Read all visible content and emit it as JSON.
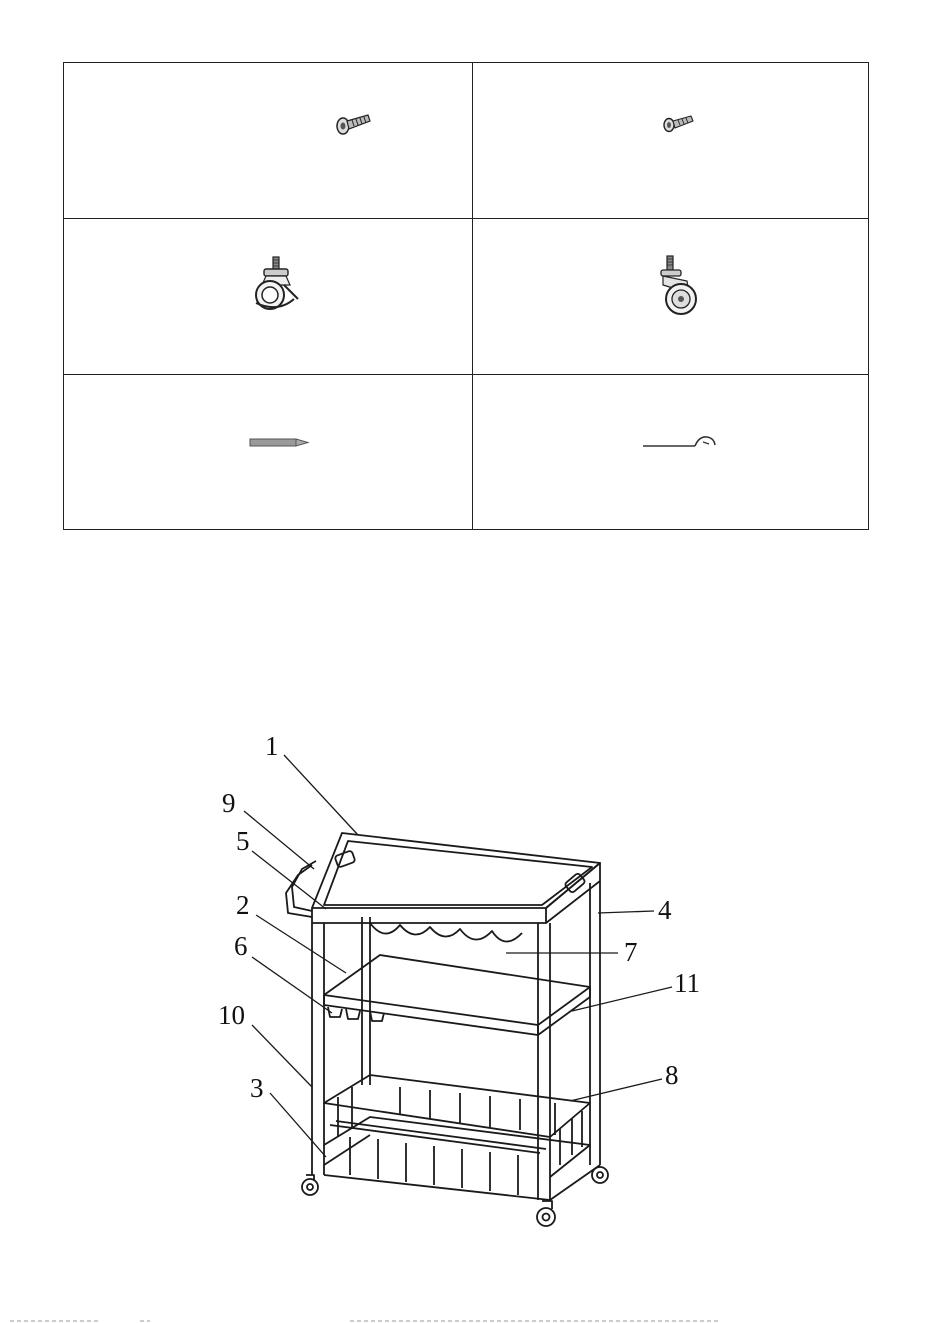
{
  "parts": [
    {
      "icon": "large-screw-icon"
    },
    {
      "icon": "small-screw-icon"
    },
    {
      "icon": "locking-caster-wheel-icon"
    },
    {
      "icon": "caster-wheel-icon"
    },
    {
      "icon": "allen-key-icon"
    },
    {
      "icon": "wrench-icon"
    }
  ],
  "diagram": {
    "callouts": [
      "1",
      "9",
      "5",
      "2",
      "6",
      "10",
      "3",
      "4",
      "7",
      "11",
      "8"
    ]
  }
}
